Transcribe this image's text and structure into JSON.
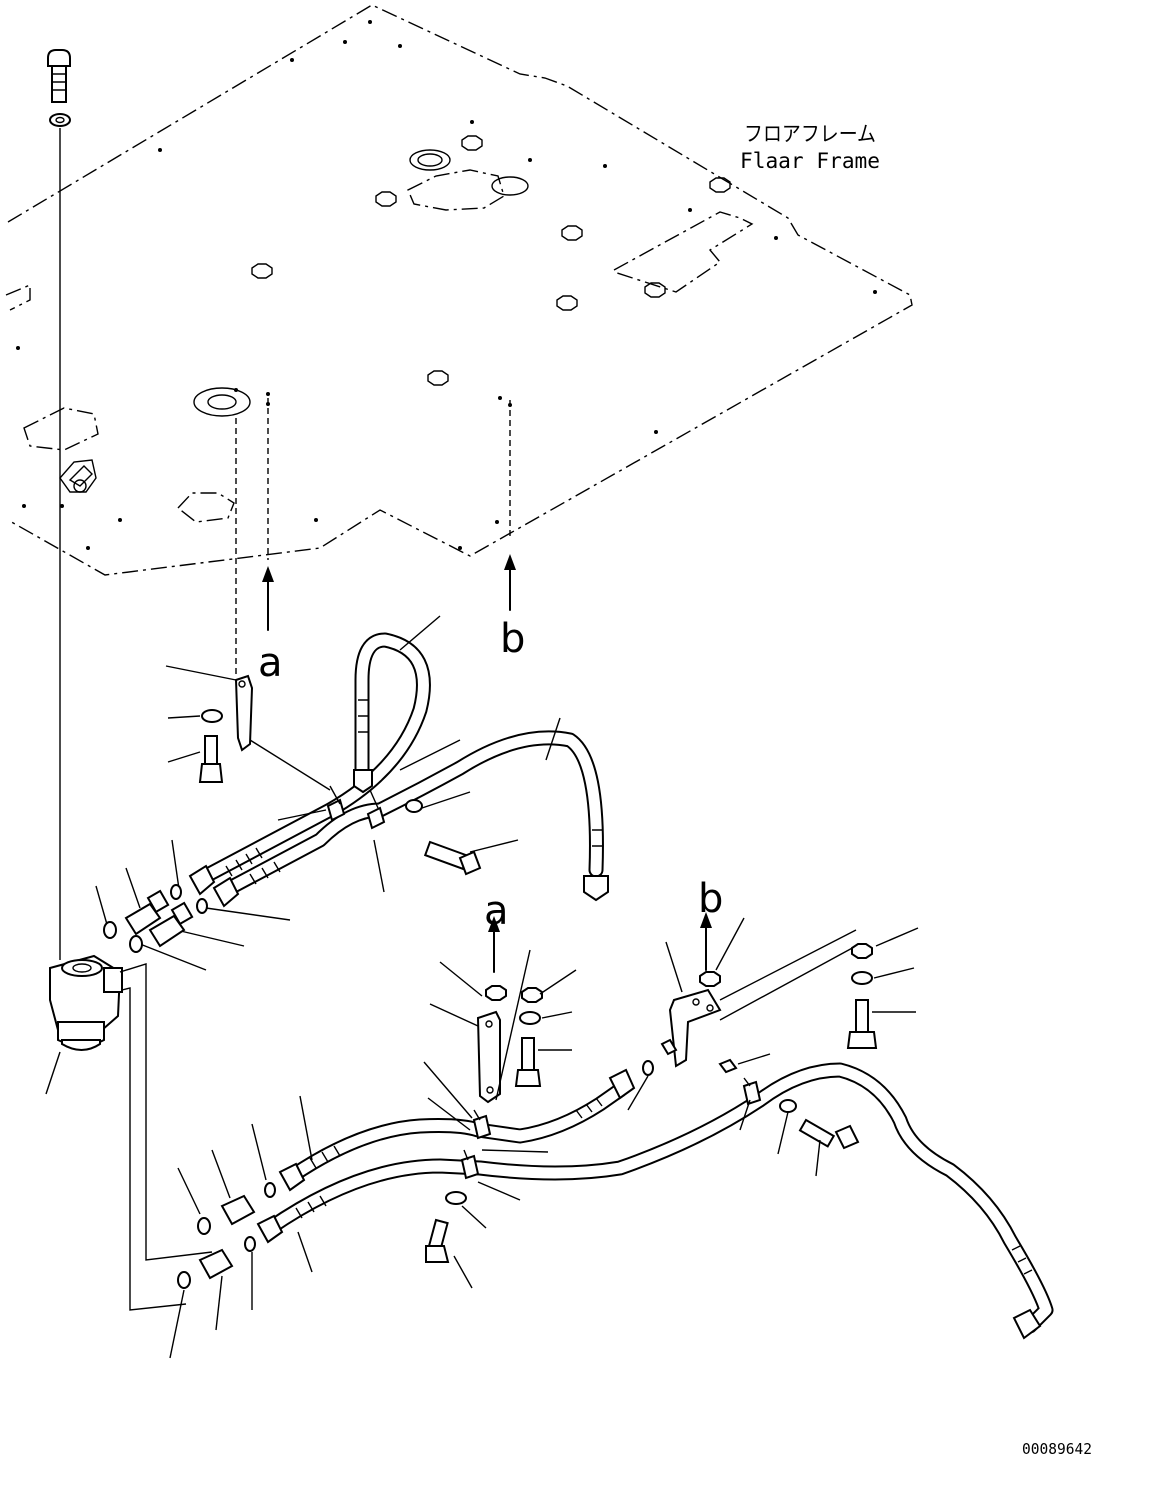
{
  "labels": {
    "frame_jp": "フロアフレーム",
    "frame_en": "Flaar Frame",
    "ref_a": "a",
    "ref_b": "b",
    "drawing_number": "00089642"
  }
}
